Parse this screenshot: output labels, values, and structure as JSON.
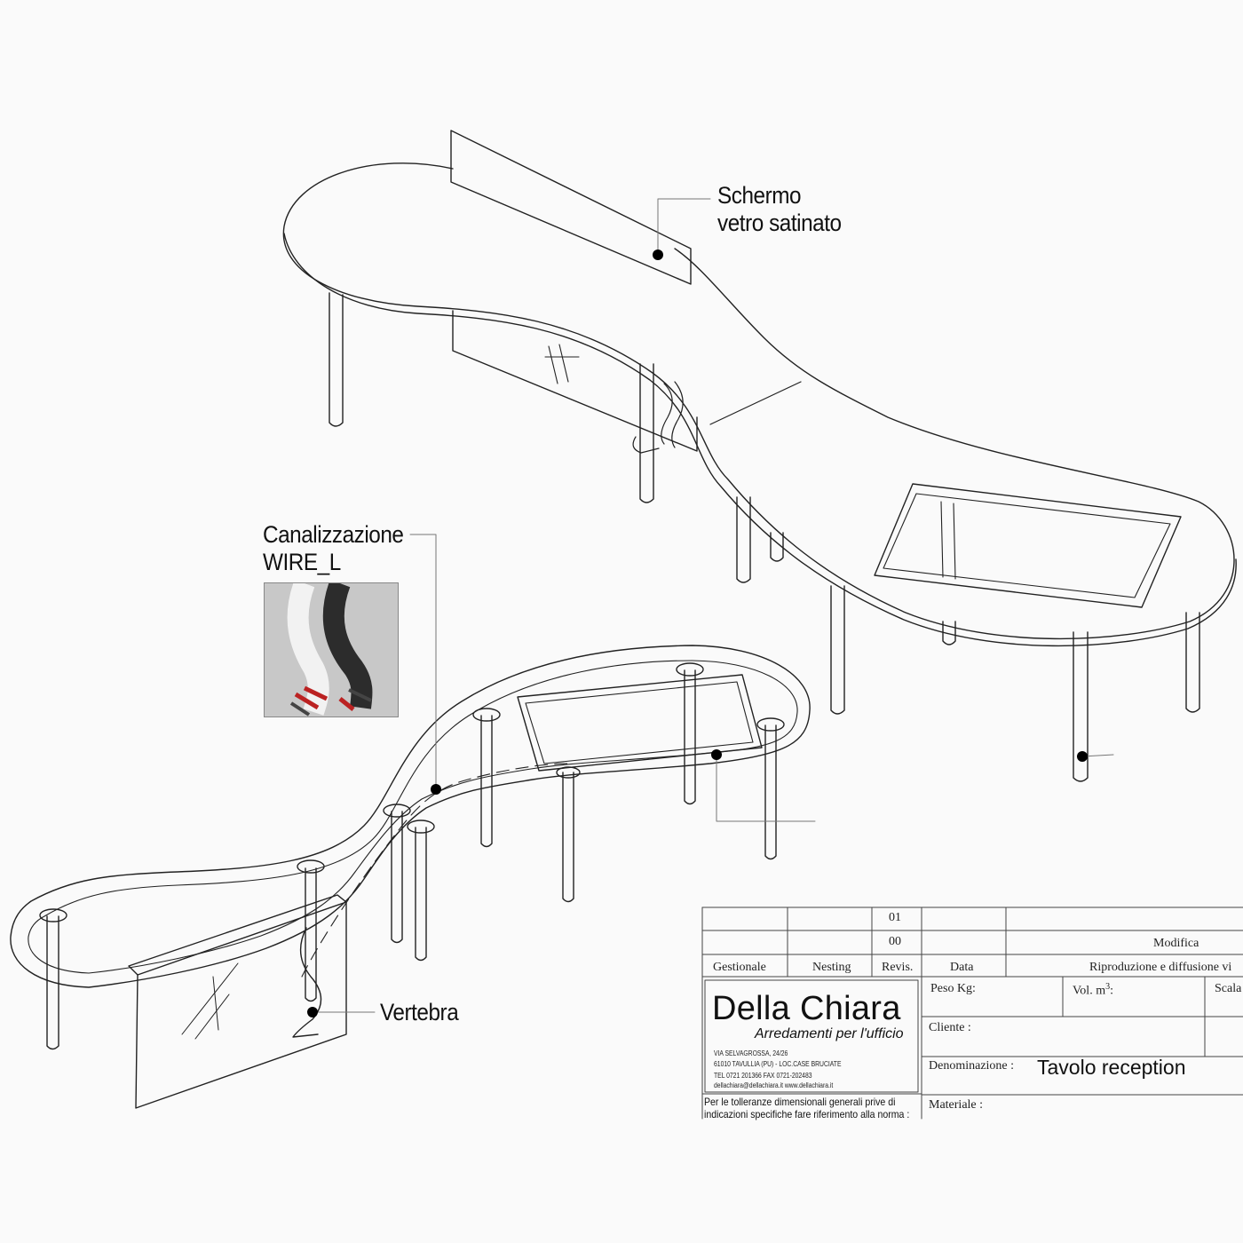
{
  "callouts": {
    "screen": [
      "Schermo",
      "vetro satinato"
    ],
    "channel": [
      "Canalizzazione",
      "WIRE_L"
    ],
    "vertebra": "Vertebra"
  },
  "title_block": {
    "rev_01": "01",
    "rev_00": "00",
    "modifica": "Modifica",
    "gestionale": "Gestionale",
    "nesting": "Nesting",
    "revis": "Revis.",
    "data": "Data",
    "riproduzione": "Riproduzione e diffusione vi",
    "peso": "Peso Kg:",
    "vol": "Vol. m",
    "vol_exp": "3",
    "vol_colon": ":",
    "scala": "Scala",
    "cliente": "Cliente :",
    "denominazione_label": "Denominazione :",
    "denominazione_value": "Tavolo reception",
    "materiale": "Materiale :",
    "company_name": "Della Chiara",
    "company_tagline": "Arredamenti per l'ufficio",
    "address_lines": [
      "VIA SELVAGROSSA, 24/26",
      "61010 TAVULLIA (PU) - LOC.CASE BRUCIATE",
      "TEL 0721 201366   FAX 0721-202483",
      "dellachiara@dellachiara.it   www.dellachiara.it"
    ],
    "tolerance_note": [
      "Per le tolleranze dimensionali generali prive di",
      "indicazioni specifiche fare riferimento alla norma :"
    ]
  }
}
